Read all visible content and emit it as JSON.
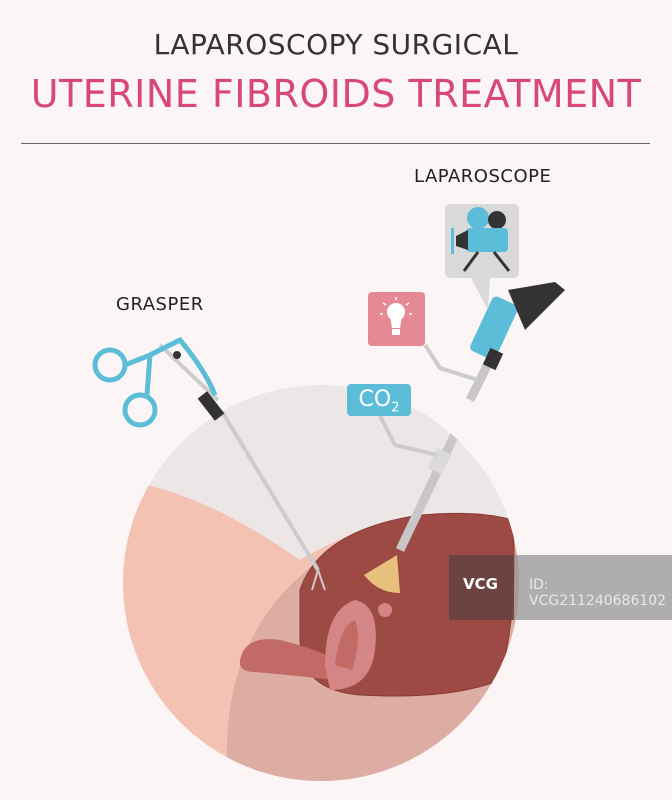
{
  "header": {
    "subtitle": "LAPAROSCOPY SURGICAL",
    "title": "UTERINE FIBROIDS TREATMENT"
  },
  "labels": {
    "laparoscope": "LAPAROSCOPE",
    "grasper": "GRASPER",
    "co2": "CO",
    "co2_sub": "2"
  },
  "watermark": {
    "logo": "VCG",
    "id": "ID: VCG211240686102"
  },
  "colors": {
    "title": "#d8467a",
    "accent_blue": "#5bbdd8",
    "uterus": "#9e4a44",
    "light_pink": "#e58a95"
  }
}
